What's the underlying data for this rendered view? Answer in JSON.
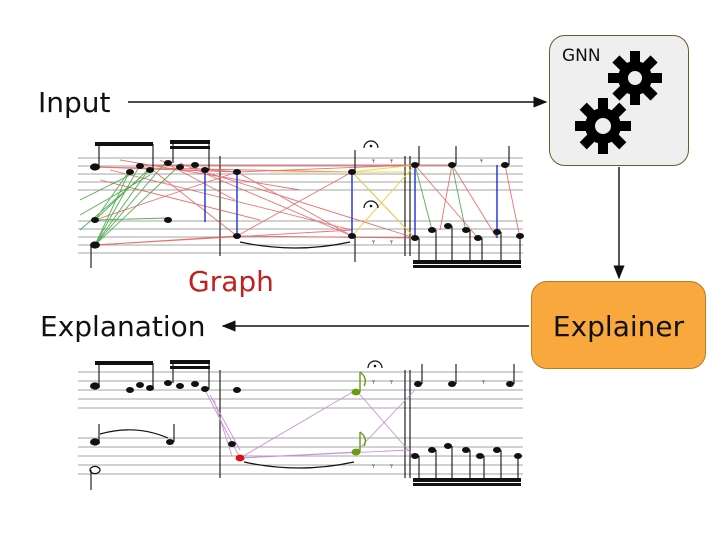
{
  "labels": {
    "input": "Input",
    "explanation": "Explanation",
    "graph": "Graph"
  },
  "gnn": {
    "label": "GNN",
    "icon": "gears-icon"
  },
  "explainer": {
    "label": "Explainer"
  },
  "colors": {
    "gnn_fill": "#efefef",
    "explainer_fill": "#f8a83c",
    "graph_label": "#c0201f",
    "edge_red": "#e85a5a",
    "edge_green": "#3aa23a",
    "edge_yellow": "#e6d63a",
    "edge_blue": "#2a3ad8",
    "edge_purple": "#c58ad6",
    "highlight_green": "#6a9a10",
    "highlight_red": "#e01010"
  }
}
